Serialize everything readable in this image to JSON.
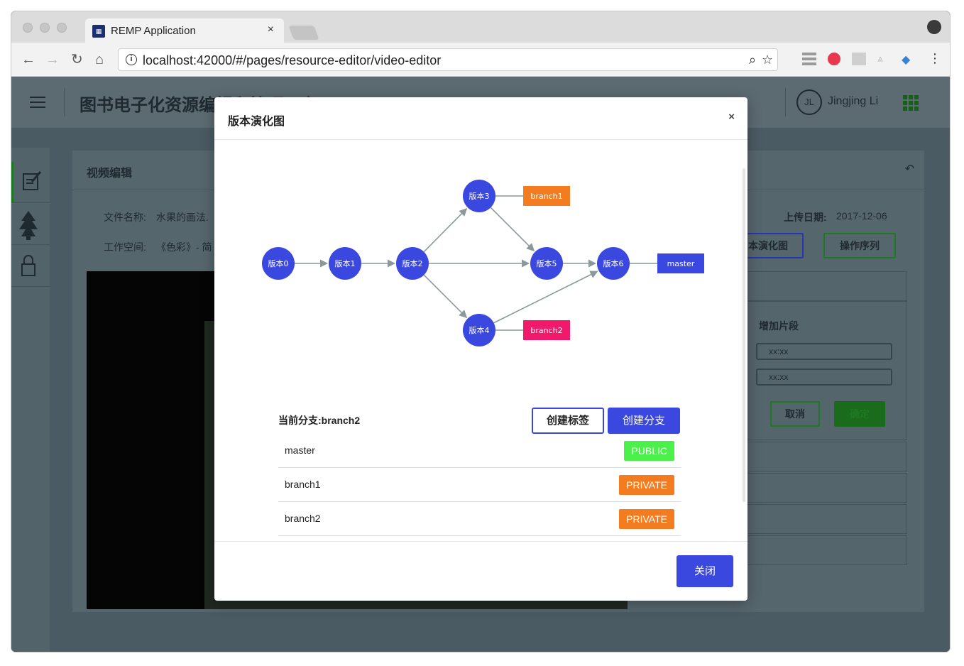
{
  "browser": {
    "tab_title": "REMP Application",
    "tab_close": "×",
    "url": "localhost:42000/#/pages/resource-editor/video-editor"
  },
  "app": {
    "title": "图书电子化资源编辑和管理平台 REMP",
    "user_initials": "JL",
    "user_name": "Jingjing Li",
    "panel_title": "视频编辑",
    "file_name_label": "文件名称:",
    "file_name_value": "水果的画法.",
    "workspace_label": "工作空间:",
    "workspace_value": "《色彩》- 简",
    "upload_date_label": "上传日期:",
    "upload_date_value": "2017-12-06",
    "version_graph_button": "本演化图",
    "operation_sequence_button": "操作序列",
    "add_segment_label": "增加片段",
    "time_placeholder_1": "xx:xx",
    "time_placeholder_2": "xx:xx",
    "cancel_button": "取消",
    "confirm_button": "确定"
  },
  "modal": {
    "title": "版本演化图",
    "close_x": "×",
    "current_branch_label": "当前分支:",
    "current_branch_value": "branch2",
    "create_tag_button": "创建标签",
    "create_branch_button": "创建分支",
    "close_button": "关闭",
    "graph": {
      "nodes": [
        {
          "id": "v0",
          "label": "版本0"
        },
        {
          "id": "v1",
          "label": "版本1"
        },
        {
          "id": "v2",
          "label": "版本2"
        },
        {
          "id": "v3",
          "label": "版本3"
        },
        {
          "id": "v4",
          "label": "版本4"
        },
        {
          "id": "v5",
          "label": "版本5"
        },
        {
          "id": "v6",
          "label": "版本6"
        }
      ],
      "edges": [
        [
          "v0",
          "v1"
        ],
        [
          "v1",
          "v2"
        ],
        [
          "v2",
          "v3"
        ],
        [
          "v2",
          "v5"
        ],
        [
          "v2",
          "v4"
        ],
        [
          "v3",
          "v5"
        ],
        [
          "v4",
          "v6"
        ],
        [
          "v5",
          "v6"
        ]
      ],
      "branch_tags": [
        {
          "label": "branch1",
          "attached_to": "v3",
          "color": "#f47c20"
        },
        {
          "label": "branch2",
          "attached_to": "v4",
          "color": "#f0196a"
        },
        {
          "label": "master",
          "attached_to": "v6",
          "color": "#3b48e0"
        }
      ],
      "node_color": "#3b48e0",
      "edge_color": "#8a9a9a"
    },
    "branches": [
      {
        "name": "master",
        "visibility": "PUBLIC",
        "color": "#4cf04a"
      },
      {
        "name": "branch1",
        "visibility": "PRIVATE",
        "color": "#f47c20"
      },
      {
        "name": "branch2",
        "visibility": "PRIVATE",
        "color": "#f47c20"
      }
    ]
  }
}
